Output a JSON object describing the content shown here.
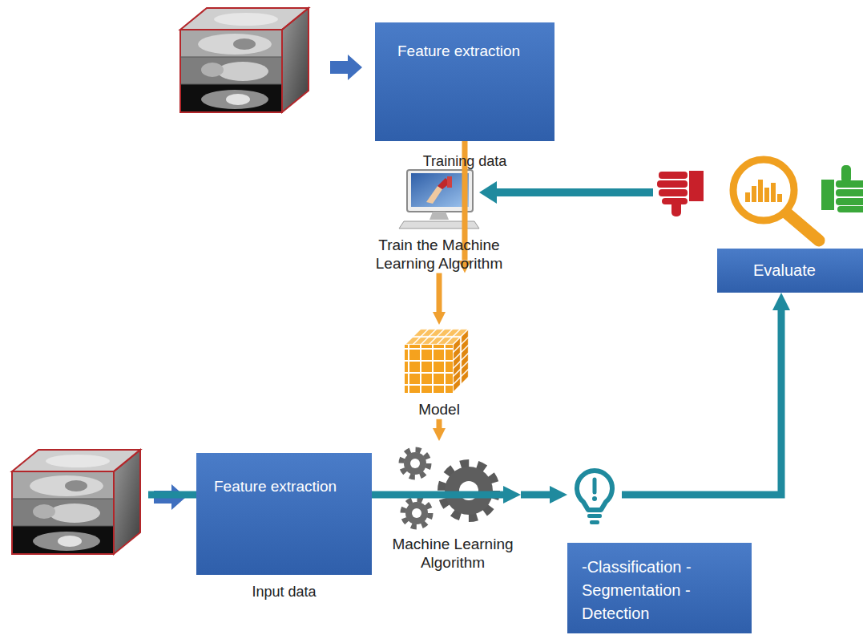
{
  "diagram": {
    "nodes": [
      {
        "text": [
          "Feature extraction",
          "Training data"
        ]
      },
      {
        "text": [
          "Train the Machine Learning Algorithm"
        ]
      },
      {
        "text": [
          "Model"
        ]
      },
      {
        "text": [
          "Feature extraction",
          "Input data"
        ]
      },
      {
        "text": [
          "Machine Learning Algorithm"
        ]
      },
      {
        "text": [
          "-Classification -Segmentation -Detection"
        ]
      },
      {
        "text": [
          "Evaluate"
        ]
      }
    ],
    "edges": [
      {
        "from": 0,
        "to": 1,
        "arrow": "to"
      },
      {
        "from": 1,
        "to": 2,
        "arrow": "to"
      },
      {
        "from": 2,
        "to": 4,
        "arrow": "to"
      },
      {
        "from": 3,
        "to": 4,
        "arrow": "to"
      },
      {
        "from": 4,
        "to": 5,
        "arrow": "to"
      },
      {
        "from": 5,
        "to": 6,
        "arrow": "to"
      }
    ]
  }
}
